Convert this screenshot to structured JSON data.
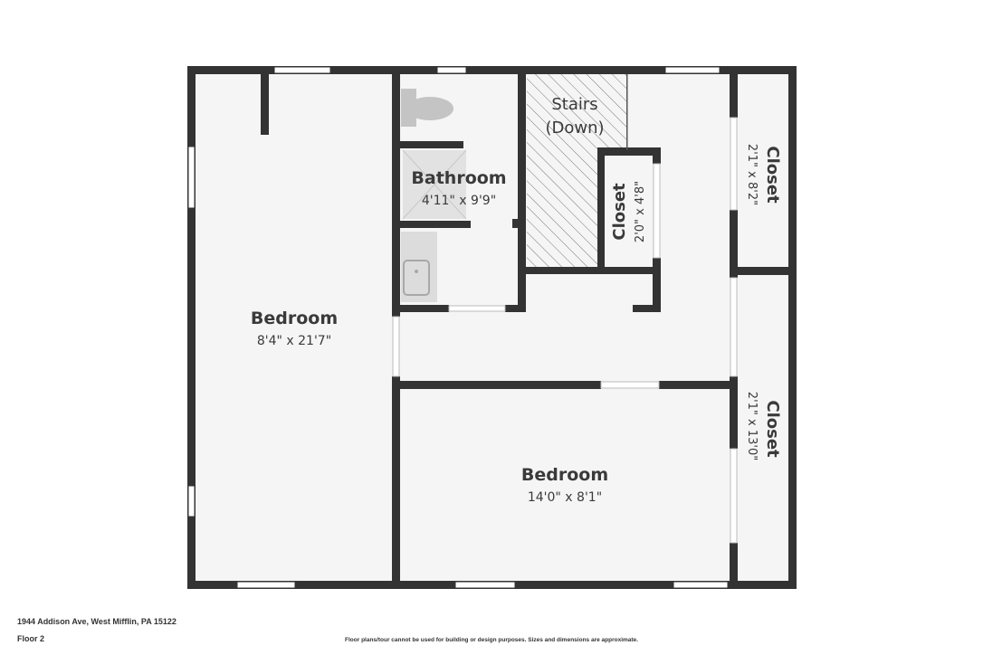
{
  "rooms": {
    "bedroom_left": {
      "name": "Bedroom",
      "dims": "8'4\" x 21'7\""
    },
    "bathroom": {
      "name": "Bathroom",
      "dims": "4'11\" x 9'9\""
    },
    "stairs": {
      "line1": "Stairs",
      "line2": "(Down)"
    },
    "closet_small": {
      "name": "Closet",
      "dims": "2'0\" x 4'8\""
    },
    "closet_top": {
      "name": "Closet",
      "dims": "2'1\" x 8'2\""
    },
    "closet_bottom": {
      "name": "Closet",
      "dims": "2'1\" x 13'0\""
    },
    "bedroom_bottom": {
      "name": "Bedroom",
      "dims": "14'0\" x 8'1\""
    }
  },
  "footer": {
    "address": "1944 Addison Ave, West Mifflin, PA 15122",
    "floor": "Floor 2",
    "disclaimer": "Floor plans/tour cannot be used for building or design purposes. Sizes and dimensions are approximate."
  },
  "colors": {
    "wall": "#333333",
    "floor": "#f5f5f5",
    "fixture": "#c4c4c4",
    "text": "#3a3a3a"
  }
}
